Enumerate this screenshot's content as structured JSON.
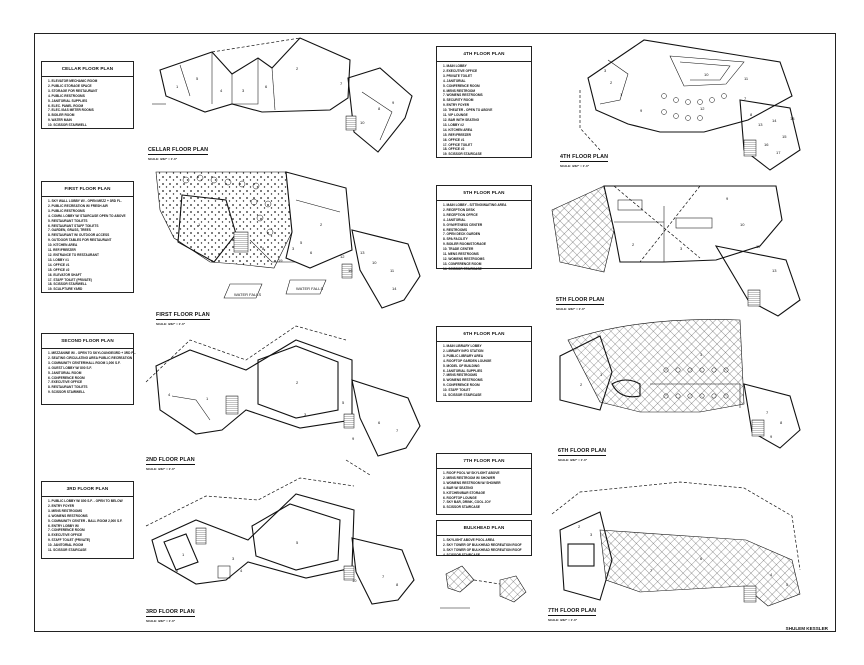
{
  "sheet": {
    "designer": "SHULEM KESSLER",
    "scale_text": "SCALE: 3/32\" = 1'-0\""
  },
  "legends": {
    "cellar": {
      "title": "CELLAR FLOOR PLAN",
      "items": [
        "1. ELEVATOR MECHANIC ROOM",
        "2. PUBLIC STORAGE SPACE",
        "3. STORAGE FOR RESTAURANT",
        "4. PUBLIC RESTROOMS",
        "5. JANITORIAL SUPPLIES",
        "6. ELEC. PANEL ROOM",
        "7. ELEC./GAS METER ROOMS",
        "8. BOILER ROOM",
        "9. WATER MAIN",
        "10. SCISSOR STAIRWELL"
      ]
    },
    "first": {
      "title": "FIRST FLOOR PLAN",
      "items": [
        "1. SKY WALL LOBBY W/ - OPEN MEZZ + 3RD FL.",
        "2. PUBLIC RECREATION W/ FRESH AIR",
        "3. PUBLIC RESTROOMS",
        "4. COMM. LOBBY W/ STAIRCASE OPEN TO ABOVE",
        "5. RESTAURANT TOILETS",
        "6. RESTAURANT STAFF TOILETS",
        "7. GARDEN, GRASS, TREES",
        "8. RESTAURANT W/ OUTDOOR ACCESS",
        "9. OUTDOOR TABLES FOR RESTAURANT",
        "10. KITCHEN AREA",
        "11. REF./FREEZER",
        "12. ENTRANCE TO RESTAURANT",
        "13. LOBBY #1",
        "14. OFFICE #1",
        "15. OFFICE #2",
        "16. ELEVATOR SHAFT",
        "17. STAFF TOILET (PRIVATE)",
        "18. SCISSOR STAIRWELL",
        "19. SCULPTURE YARD"
      ]
    },
    "second": {
      "title": "SECOND FLOOR PLAN",
      "items": [
        "1. MEZZANINE W/ - OPEN TO SKYLOUNGE/3RD + 3RD FL.",
        "2. SEATING CIRCULATING AREA PUBLIC RECREATION",
        "3. COMMUNITY CENTER/HALL ROOM 1,000 S.F.",
        "4. GUEST LOBBY W/ 800 S.F.",
        "5. JANITORIAL ROOM",
        "6. CONFERENCE ROOM",
        "7. EXECUTIVE OFFICE",
        "8. RESTAURANT TOILETS",
        "9. SCISSOR STAIRWELL"
      ]
    },
    "third": {
      "title": "3RD FLOOR PLAN",
      "items": [
        "1. PUBLIC LOBBY W/ 800 S.F. - OPEN TO BELOW",
        "2. ENTRY FOYER",
        "3. MENS RESTROOMS",
        "4. WOMENS RESTROOMS",
        "5. COMMUNITY CENTER - BALL ROOM 2,000 S.F.",
        "6. ENTRY LOBBY W/",
        "7. CONFERENCE ROOM",
        "8. EXECUTIVE OFFICE",
        "9. STAFF TOILET (PRIVATE)",
        "10. JANITORIAL ROOM",
        "11. SCISSOR STAIRCASE"
      ]
    },
    "fourth": {
      "title": "4TH FLOOR PLAN",
      "items": [
        "1. MAIN LOBBY",
        "2. EXECUTIVE OFFICE",
        "3. PRIVATE TOILET",
        "4. JANITORIAL",
        "5. CONFERENCE ROOM",
        "6. MENS RESTROOM",
        "7. WOMENS RESTROOMS",
        "8. SECURITY ROOM",
        "9. ENTRY FOYER",
        "10. THEATER - OPEN TO ABOVE",
        "11. VIP LOUNGE",
        "12. BAR WITH SEATING",
        "13. LOBBY #2",
        "14. KITCHEN AREA",
        "15. REF./FREEZER",
        "16. OFFICE #1",
        "17. OFFICE TOILET",
        "18. OFFICE #2",
        "19. SCISSOR STAIRCASE"
      ]
    },
    "fifth": {
      "title": "5TH FLOOR PLAN",
      "items": [
        "1. MAIN LOBBY - SITTING/WAITING AREA",
        "2. RECEPTION DESK",
        "3. RECEPTION OFFICE",
        "4. JANITORIAL",
        "5. GYM/FITNESS CENTER",
        "6. RESTROOMS",
        "7. OPEN DECK GARDEN",
        "8. SPA FACILITY",
        "9. BOILER ROOM/STORAGE",
        "10. TRADE CENTER",
        "11. MENS RESTROOMS",
        "12. WOMENS RESTROOMS",
        "13. CONFERENCE ROOM",
        "14. SCISSOR STAIRCASE"
      ]
    },
    "sixth": {
      "title": "6TH FLOOR PLAN",
      "items": [
        "1. MAIN LIBRARY LOBBY",
        "2. LIBRARY INFO STATION",
        "3. PUBLIC LIBRARY AREA",
        "4. ROOFTOP GARDEN LOUNGE",
        "5. MODEL OF BUILDING",
        "6. JANITORIAL SUPPLIES",
        "7. MENS RESTROOMS",
        "8. WOMENS RESTROOMS",
        "9. CONFERENCE ROOM",
        "10. STAFF TOILET",
        "11. SCISSOR STAIRCASE"
      ]
    },
    "seventh": {
      "title": "7TH FLOOR PLAN",
      "items": [
        "1. ROOF POOL W/ SKYLIGHT ABOVE",
        "2. MENS RESTROOM W/ SHOWER",
        "3. WOMENS RESTROOM W/ SHOWER",
        "4. BAR W/ SEATING",
        "5. KITCHEN/BAR STORAGE",
        "6. ROOFTOP LOUNGE",
        "7. SKY BAR, DRINK, COOL JOY",
        "8. SCISSOR STAIRCASE"
      ]
    },
    "bulkhead": {
      "title": "BULKHEAD PLAN",
      "items": [
        "1. SKYLIGHT ABOVE POOL AREA",
        "2. SKY TOWER OF BULKHEAD RECREATION ROOF",
        "3. SKY TOWER OF BULKHEAD RECREATION ROOF",
        "4. SCISSOR STAIRCASE"
      ]
    }
  },
  "plan_titles": {
    "cellar": "CELLAR FLOOR PLAN",
    "first": "FIRST FLOOR PLAN",
    "second": "2ND FLOOR PLAN",
    "third": "3RD FLOOR PLAN",
    "fourth": "4TH FLOOR PLAN",
    "fifth": "5TH FLOOR PLAN",
    "sixth": "6TH FLOOR PLAN",
    "seventh": "7TH FLOOR PLAN"
  },
  "room_labels": {
    "cellar": [
      "1",
      "2",
      "3",
      "4",
      "5",
      "6",
      "7",
      "8",
      "9",
      "10"
    ],
    "first": [
      "1",
      "2",
      "3",
      "5",
      "6",
      "8",
      "10",
      "11",
      "12",
      "13",
      "14",
      "16",
      "19"
    ],
    "second": [
      "1",
      "2",
      "3",
      "4",
      "5",
      "6",
      "7",
      "9"
    ],
    "third": [
      "1",
      "3",
      "4",
      "5",
      "6",
      "7",
      "8",
      "10"
    ],
    "fourth": [
      "1",
      "2",
      "3",
      "7",
      "8",
      "9",
      "10",
      "11",
      "12",
      "13",
      "14",
      "15",
      "16",
      "17",
      "18"
    ],
    "fifth": [
      "2",
      "3",
      "9",
      "10",
      "11",
      "13"
    ],
    "sixth": [
      "1",
      "2",
      "3",
      "7",
      "8",
      "9"
    ],
    "seventh": [
      "2",
      "3",
      "4",
      "5",
      "6",
      "7"
    ]
  },
  "annotations": {
    "water_falls": "WATER FALLS"
  }
}
